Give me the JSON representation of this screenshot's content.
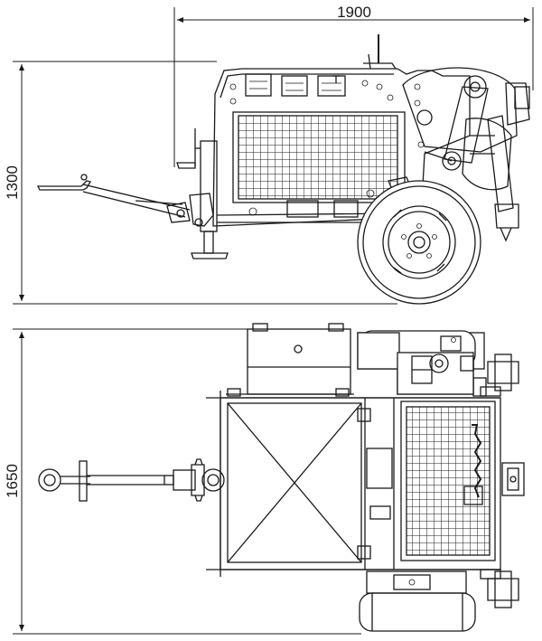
{
  "dimensions": {
    "length": "1900",
    "height": "1300",
    "width": "1650"
  },
  "views": {
    "side": "side-view",
    "top": "top-view"
  }
}
